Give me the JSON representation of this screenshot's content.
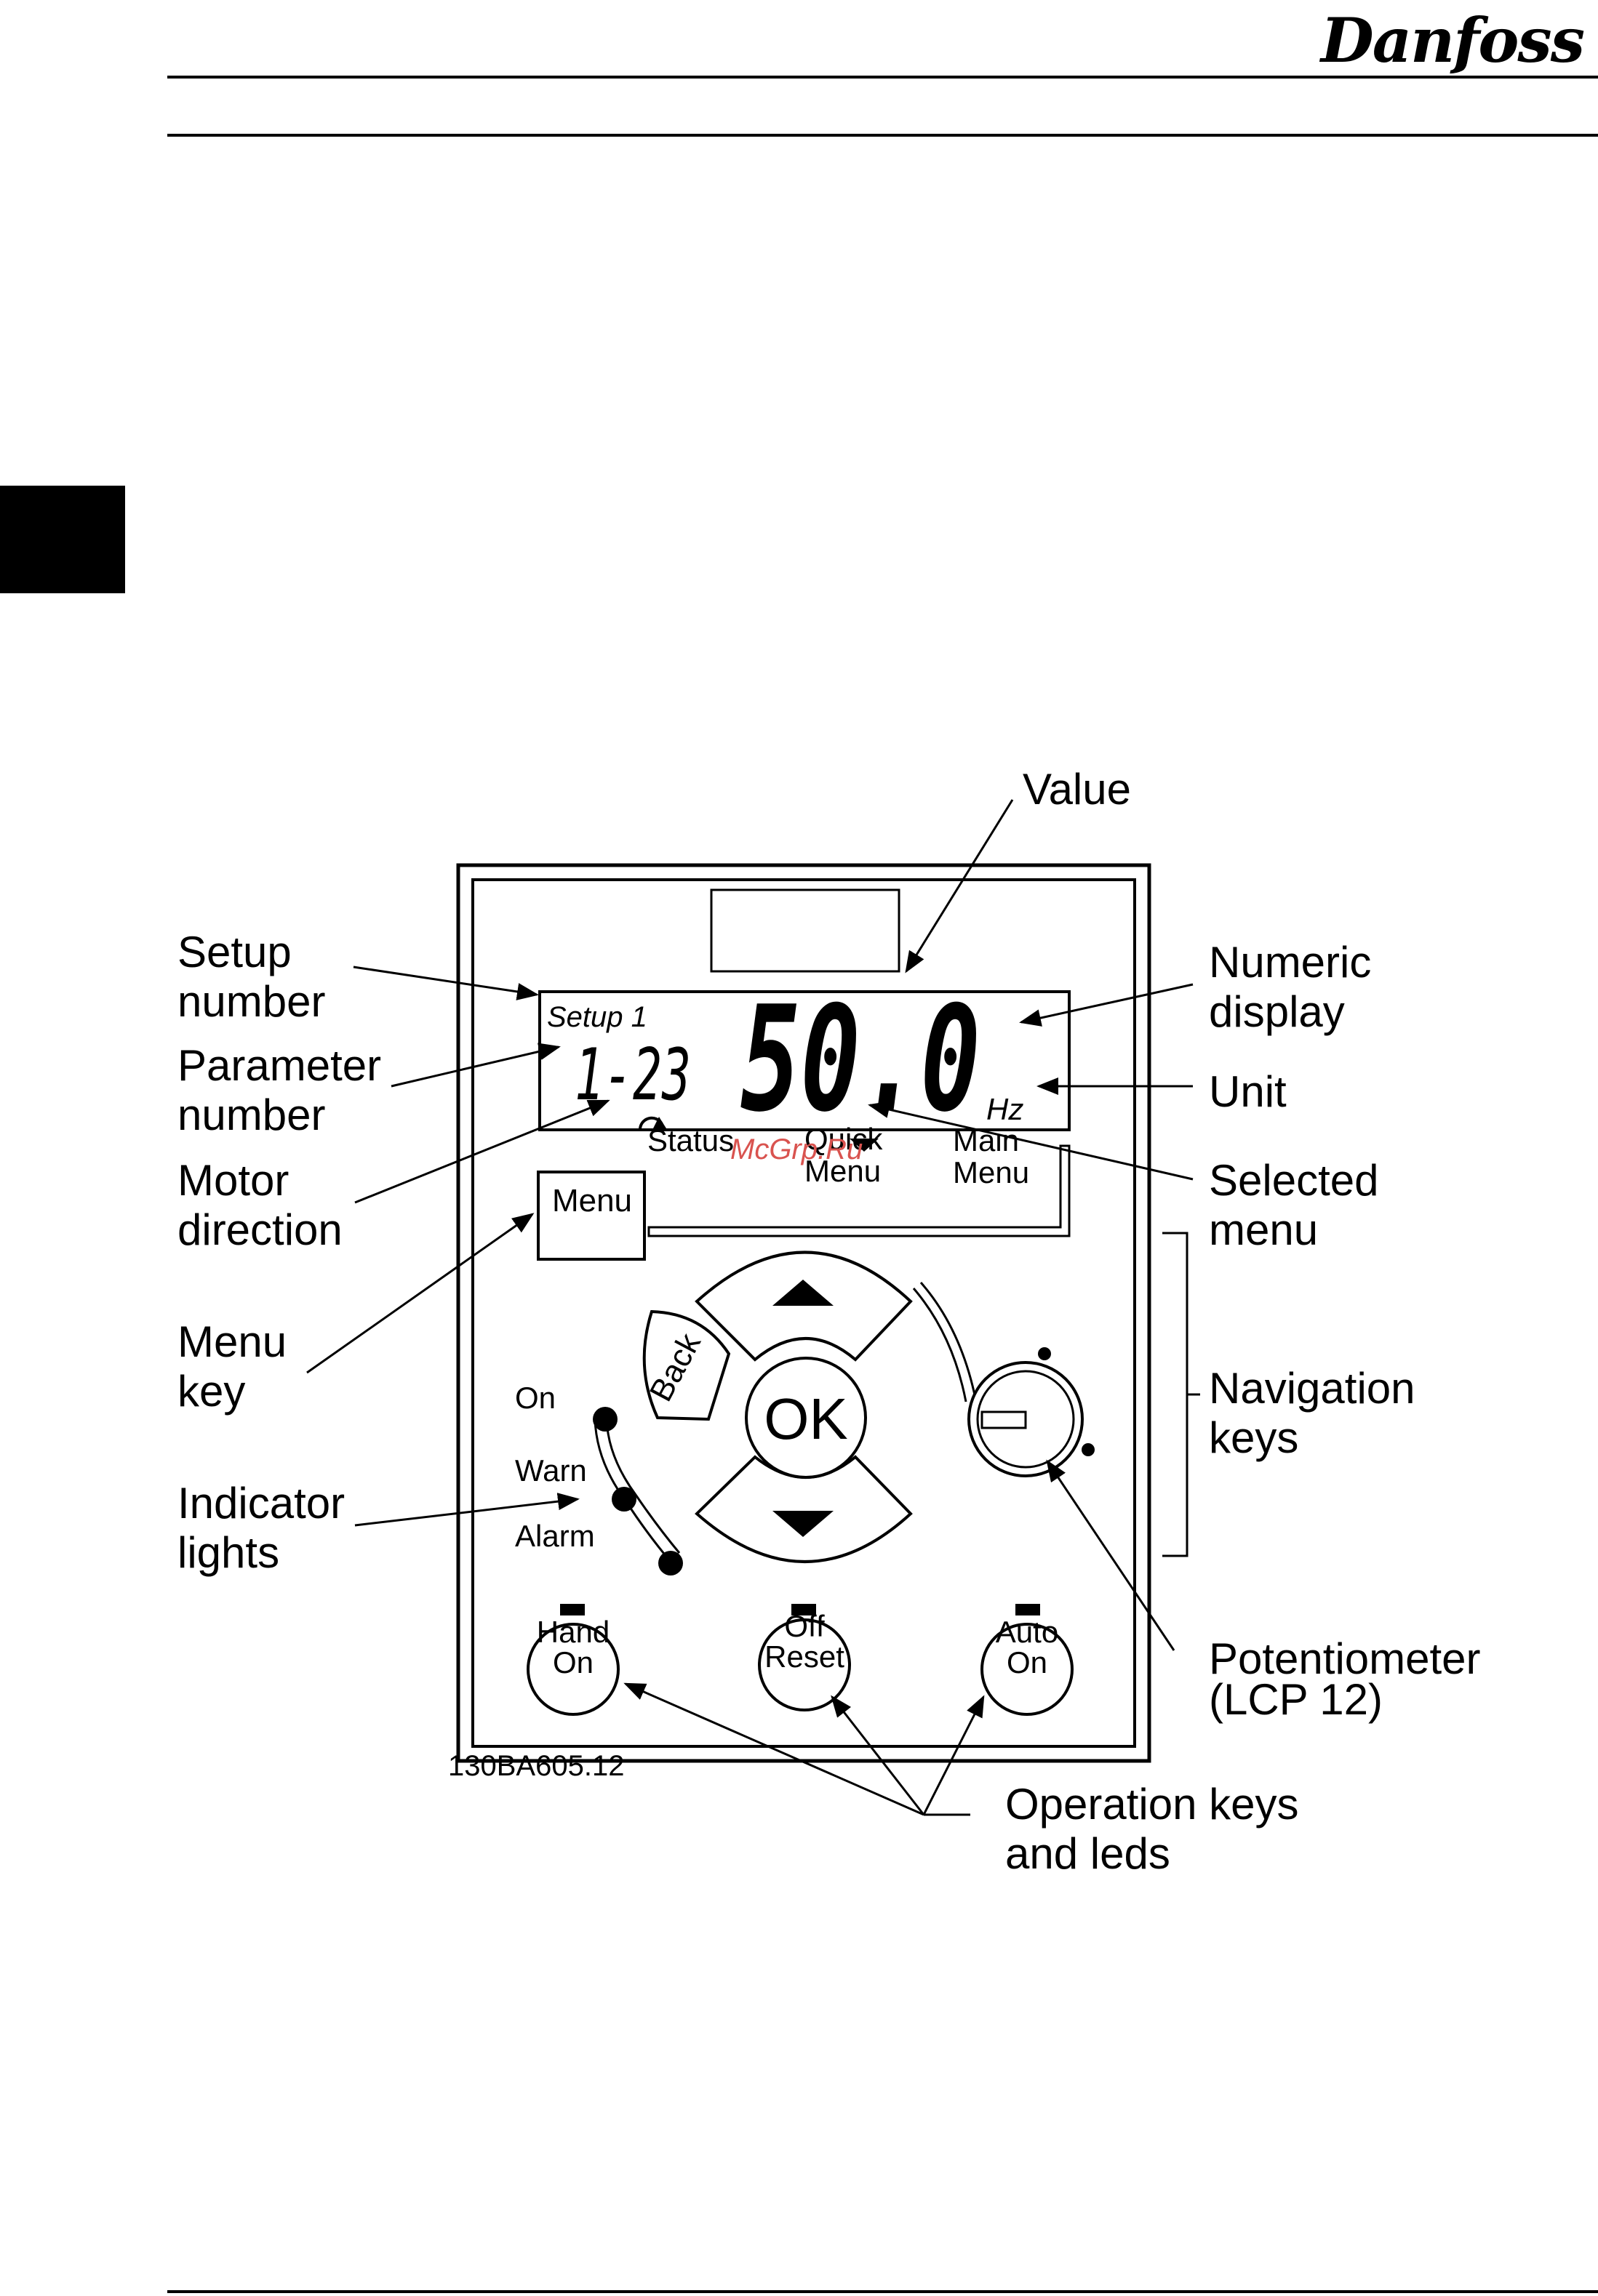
{
  "header": {
    "brand": "Danfoss"
  },
  "display": {
    "setup": "Setup 1",
    "parameter": "1-23",
    "value": "50.0",
    "unit": "Hz"
  },
  "menus": {
    "status": "Status",
    "quick": [
      "Quick",
      "Menu"
    ],
    "main": [
      "Main",
      "Menu"
    ],
    "menu_key": "Menu"
  },
  "keys": {
    "back": "Back",
    "ok": "OK",
    "hand_on": [
      "Hand",
      "On"
    ],
    "off_reset": [
      "Off",
      "Reset"
    ],
    "auto_on": [
      "Auto",
      "On"
    ]
  },
  "indicators": [
    "On",
    "Warn",
    "Alarm"
  ],
  "callouts": {
    "value": "Value",
    "setup_number": [
      "Setup",
      "number"
    ],
    "parameter_number": [
      "Parameter",
      "number"
    ],
    "motor_direction": [
      "Motor",
      "direction"
    ],
    "menu_key": [
      "Menu",
      "key"
    ],
    "indicator_lights": [
      "Indicator",
      "lights"
    ],
    "numeric_display": [
      "Numeric",
      "display"
    ],
    "unit": "Unit",
    "selected_menu": [
      "Selected",
      "menu"
    ],
    "navigation_keys": [
      "Navigation",
      "keys"
    ],
    "potentiometer": [
      "Potentiometer",
      "(LCP 12)"
    ],
    "operation_keys": [
      "Operation keys",
      "and leds"
    ]
  },
  "figure_id": "130BA605.12",
  "watermark": "McGrp.Ru"
}
